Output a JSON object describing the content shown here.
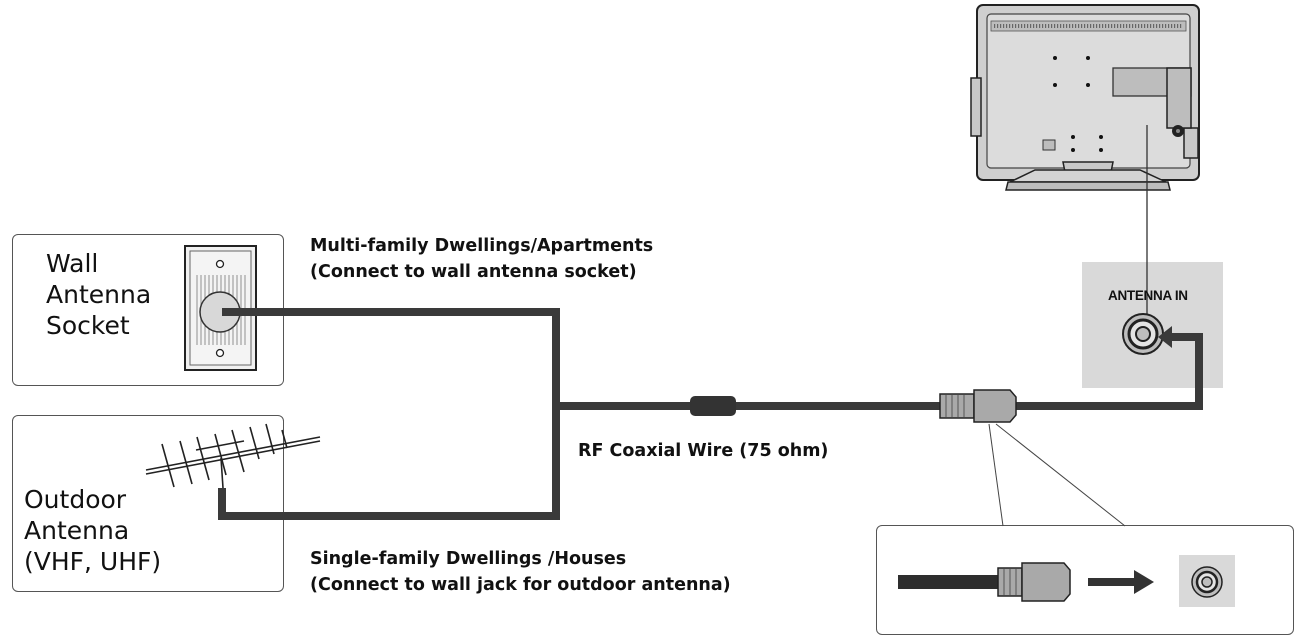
{
  "wall_socket_box": {
    "line1": "Wall",
    "line2": "Antenna",
    "line3": "Socket"
  },
  "outdoor_box": {
    "line1": "Outdoor",
    "line2": "Antenna",
    "line3": "(VHF, UHF)"
  },
  "apartments_caption": {
    "line1": "Multi-family Dwellings/Apartments",
    "line2": "(Connect to wall antenna socket)"
  },
  "houses_caption": {
    "line1": "Single-family Dwellings /Houses",
    "line2": "(Connect to wall jack for outdoor antenna)"
  },
  "cable_label": "RF Coaxial Wire (75 ohm)",
  "antenna_in_label": "ANTENNA IN",
  "colors": {
    "cable": "#3a3a3a",
    "panel": "#d9d9d9",
    "tv_body": "#d4d4d4",
    "box_border": "#555555"
  }
}
